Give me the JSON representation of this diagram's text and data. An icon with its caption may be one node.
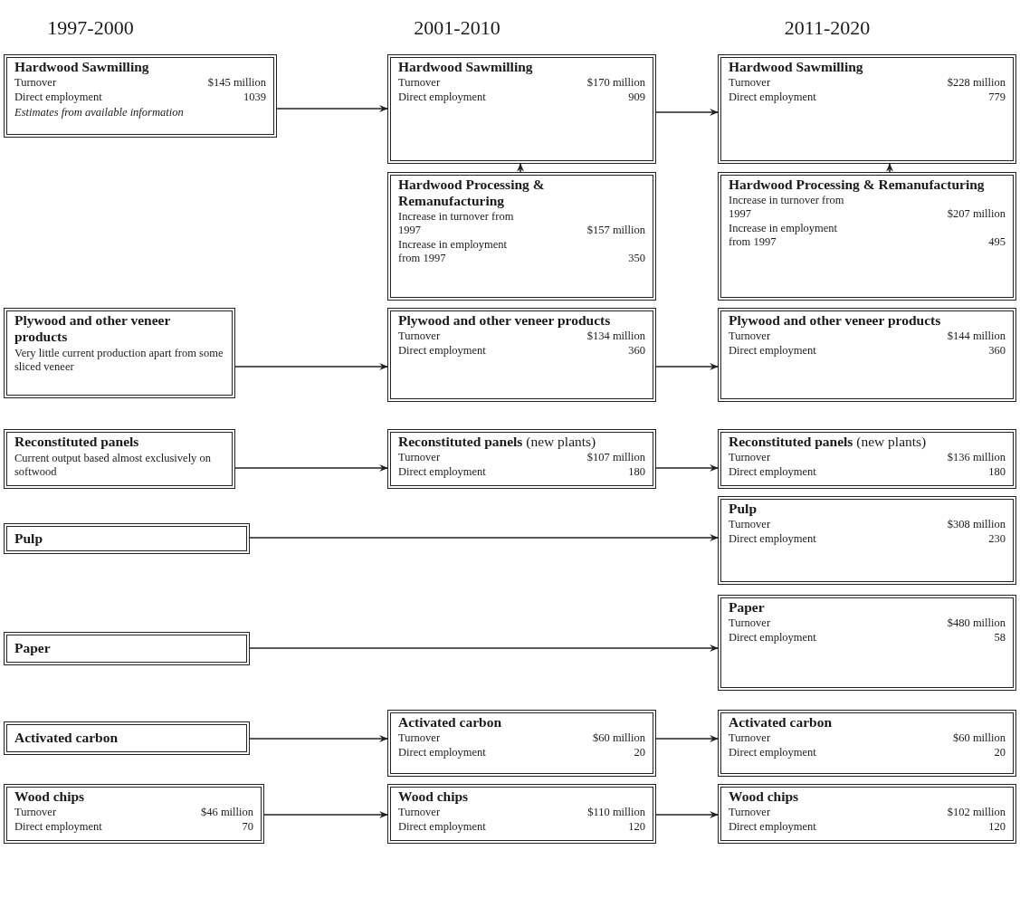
{
  "diagram": {
    "nodes": [
      {
        "text": [
          "Hardwood Sawmilling",
          "Turnover",
          "$145 million",
          "Direct employment",
          "1039",
          "Estimates from available information"
        ]
      },
      {
        "text": [
          "Hardwood Sawmilling",
          "Turnover",
          "$170 million",
          "Direct employment",
          "909"
        ]
      },
      {
        "text": [
          "Hardwood Sawmilling",
          "Turnover",
          "$228 million",
          "Direct employment",
          "779"
        ]
      },
      {
        "text": [
          "Hardwood Processing & Remanufacturing",
          "Increase in turnover from 1997",
          "$157 million",
          "Increase in employment from 1997",
          "350"
        ]
      },
      {
        "text": [
          "Hardwood Processing & Remanufacturing",
          "Increase in turnover from 1997",
          "$207 million",
          "Increase in employment from 1997",
          "495"
        ]
      },
      {
        "text": [
          "Plywood and other veneer products",
          "Very little current production apart from some sliced veneer"
        ]
      },
      {
        "text": [
          "Plywood and other veneer products",
          "Turnover",
          "$134 million",
          "Direct employment",
          "360"
        ]
      },
      {
        "text": [
          "Plywood and other veneer products",
          "Turnover",
          "$144 million",
          "Direct employment",
          "360"
        ]
      },
      {
        "text": [
          "Reconstituted panels",
          "Current output based almost exclusively on softwood"
        ]
      },
      {
        "text": [
          "**Reconstituted panels** (new plants)",
          "Turnover",
          "$107 million",
          "Direct employment",
          "180"
        ]
      },
      {
        "text": [
          "**Reconstituted panels** (new plants)",
          "Turnover",
          "$136 million",
          "Direct employment",
          "180"
        ]
      },
      {
        "text": [
          "Pulp"
        ]
      },
      {
        "text": [
          "Pulp",
          "Turnover",
          "$308 million",
          "Direct employment",
          "230"
        ]
      },
      {
        "text": [
          "Paper"
        ]
      },
      {
        "text": [
          "Paper",
          "Turnover",
          "$480 million",
          "Direct employment",
          "58"
        ]
      },
      {
        "text": [
          "Activated carbon"
        ]
      },
      {
        "text": [
          "Activated carbon",
          "Turnover",
          "$60 million",
          "Direct employment",
          "20"
        ]
      },
      {
        "text": [
          "Activated carbon",
          "Turnover",
          "$60 million",
          "Direct employment",
          "20"
        ]
      },
      {
        "text": [
          "Wood chips",
          "Turnover",
          "$46 million",
          "Direct employment",
          "70"
        ]
      },
      {
        "text": [
          "Wood chips",
          "Turnover",
          "$110 million",
          "Direct employment",
          "120"
        ]
      },
      {
        "text": [
          "Wood chips",
          "Turnover",
          "$102 million",
          "Direct employment",
          "120"
        ]
      }
    ],
    "edges": [
      {
        "from": 0,
        "to": 1,
        "arrow": "to"
      },
      {
        "from": 1,
        "to": 2,
        "arrow": "to"
      },
      {
        "from": 3,
        "to": 1,
        "arrow": "to"
      },
      {
        "from": 4,
        "to": 2,
        "arrow": "to"
      },
      {
        "from": 5,
        "to": 6,
        "arrow": "to"
      },
      {
        "from": 6,
        "to": 7,
        "arrow": "to"
      },
      {
        "from": 8,
        "to": 9,
        "arrow": "to"
      },
      {
        "from": 9,
        "to": 10,
        "arrow": "to"
      },
      {
        "from": 11,
        "to": 12,
        "arrow": "to"
      },
      {
        "from": 13,
        "to": 14,
        "arrow": "to"
      },
      {
        "from": 15,
        "to": 16,
        "arrow": "to"
      },
      {
        "from": 16,
        "to": 17,
        "arrow": "to"
      },
      {
        "from": 18,
        "to": 19,
        "arrow": "to"
      },
      {
        "from": 19,
        "to": 20,
        "arrow": "to"
      }
    ],
    "labels": [
      "1997-2000",
      "2001-2010",
      "2011-2020"
    ]
  }
}
